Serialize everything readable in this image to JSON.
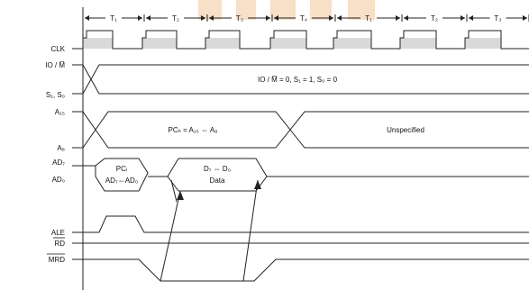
{
  "signals": {
    "clk": "CLK",
    "io_m": "IO / M̅",
    "s1_s0": "S₁, S₀",
    "a15": "A₁₅",
    "a8": "A₈",
    "ad7": "AD₇",
    "ad0": "AD₀",
    "ale": "ALE",
    "rd": "RD",
    "mrd": "MRD"
  },
  "states": [
    "T₁",
    "T₂",
    "T₃",
    "T₄",
    "T₁",
    "T₂",
    "T₃"
  ],
  "annotations": {
    "status": "IO / M̅ = 0, S₁ = 1, S₀ = 0",
    "pch": "PCₕ = A₁₅ ⇔ A₈",
    "unspecified": "Unspecified",
    "pcl_top": "PCₗ",
    "pcl_bottom": "AD₇⇔AD₀",
    "data_top": "D₇ ⇔ D₀",
    "data_bottom": "Data"
  }
}
